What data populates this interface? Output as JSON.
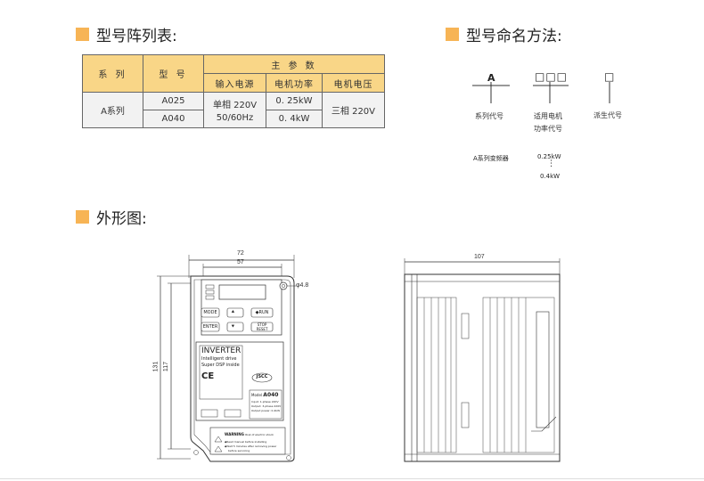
{
  "sections": {
    "model_table_title": "型号阵列表:",
    "naming_title": "型号命名方法:",
    "outline_title": "外形图:"
  },
  "table": {
    "col_series": "系 列",
    "col_model": "型 号",
    "col_main_params": "主 参 数",
    "col_input_power": "输入电源",
    "col_motor_power": "电机功率",
    "col_motor_voltage": "电机电压",
    "series": "A系列",
    "rows": [
      {
        "model": "A025",
        "motor_power": "0. 25kW"
      },
      {
        "model": "A040",
        "motor_power": "0. 4kW"
      }
    ],
    "input_power_line1": "单相 220V",
    "input_power_line2": "50/60Hz",
    "motor_voltage": "三相 220V"
  },
  "naming": {
    "part1_symbol": "A",
    "part1_label": "系列代号",
    "part2_symbol": "□□□",
    "part2_label_line1": "适用电机",
    "part2_label_line2": "功率代号",
    "part3_symbol": "□",
    "part3_label": "派生代号",
    "example_series": "A系列变频器",
    "example_min": "0.25kW",
    "example_max": "0.4kW"
  },
  "front_view": {
    "dim_width": "72",
    "dim_inner_width": "57",
    "dim_hole": "4.8",
    "dim_height": "131",
    "dim_inner_height": "117",
    "btn_mode": "MODE",
    "btn_run": "◆RUN",
    "btn_enter": "ENTER",
    "btn_stop_line1": "STOP",
    "btn_stop_line2": "RESET",
    "panel_title": "INVERTER",
    "panel_sub1": "Intelligent drive",
    "panel_sub2": "Super DSP inside",
    "ce_mark": "CE",
    "logo": "JSCC",
    "model_label": "Model",
    "model_value": "A040",
    "spec_input": "Input: 1-phase 220V",
    "spec_output": "Output: 3-phase 220V",
    "spec_power": "Output power: 0.4kW",
    "warning_title": "WARNING",
    "warning_sub": "Risk of electric shock",
    "warning_line1": "◆Read manual before installing",
    "warning_line2": "◆Wait 5 minutes after removing power",
    "warning_line3": "before servicing"
  },
  "side_view": {
    "dim_depth": "107"
  },
  "colors": {
    "accent": "#f7b455",
    "header_fill": "#f9d687",
    "body_fill": "#f2f2f2"
  }
}
